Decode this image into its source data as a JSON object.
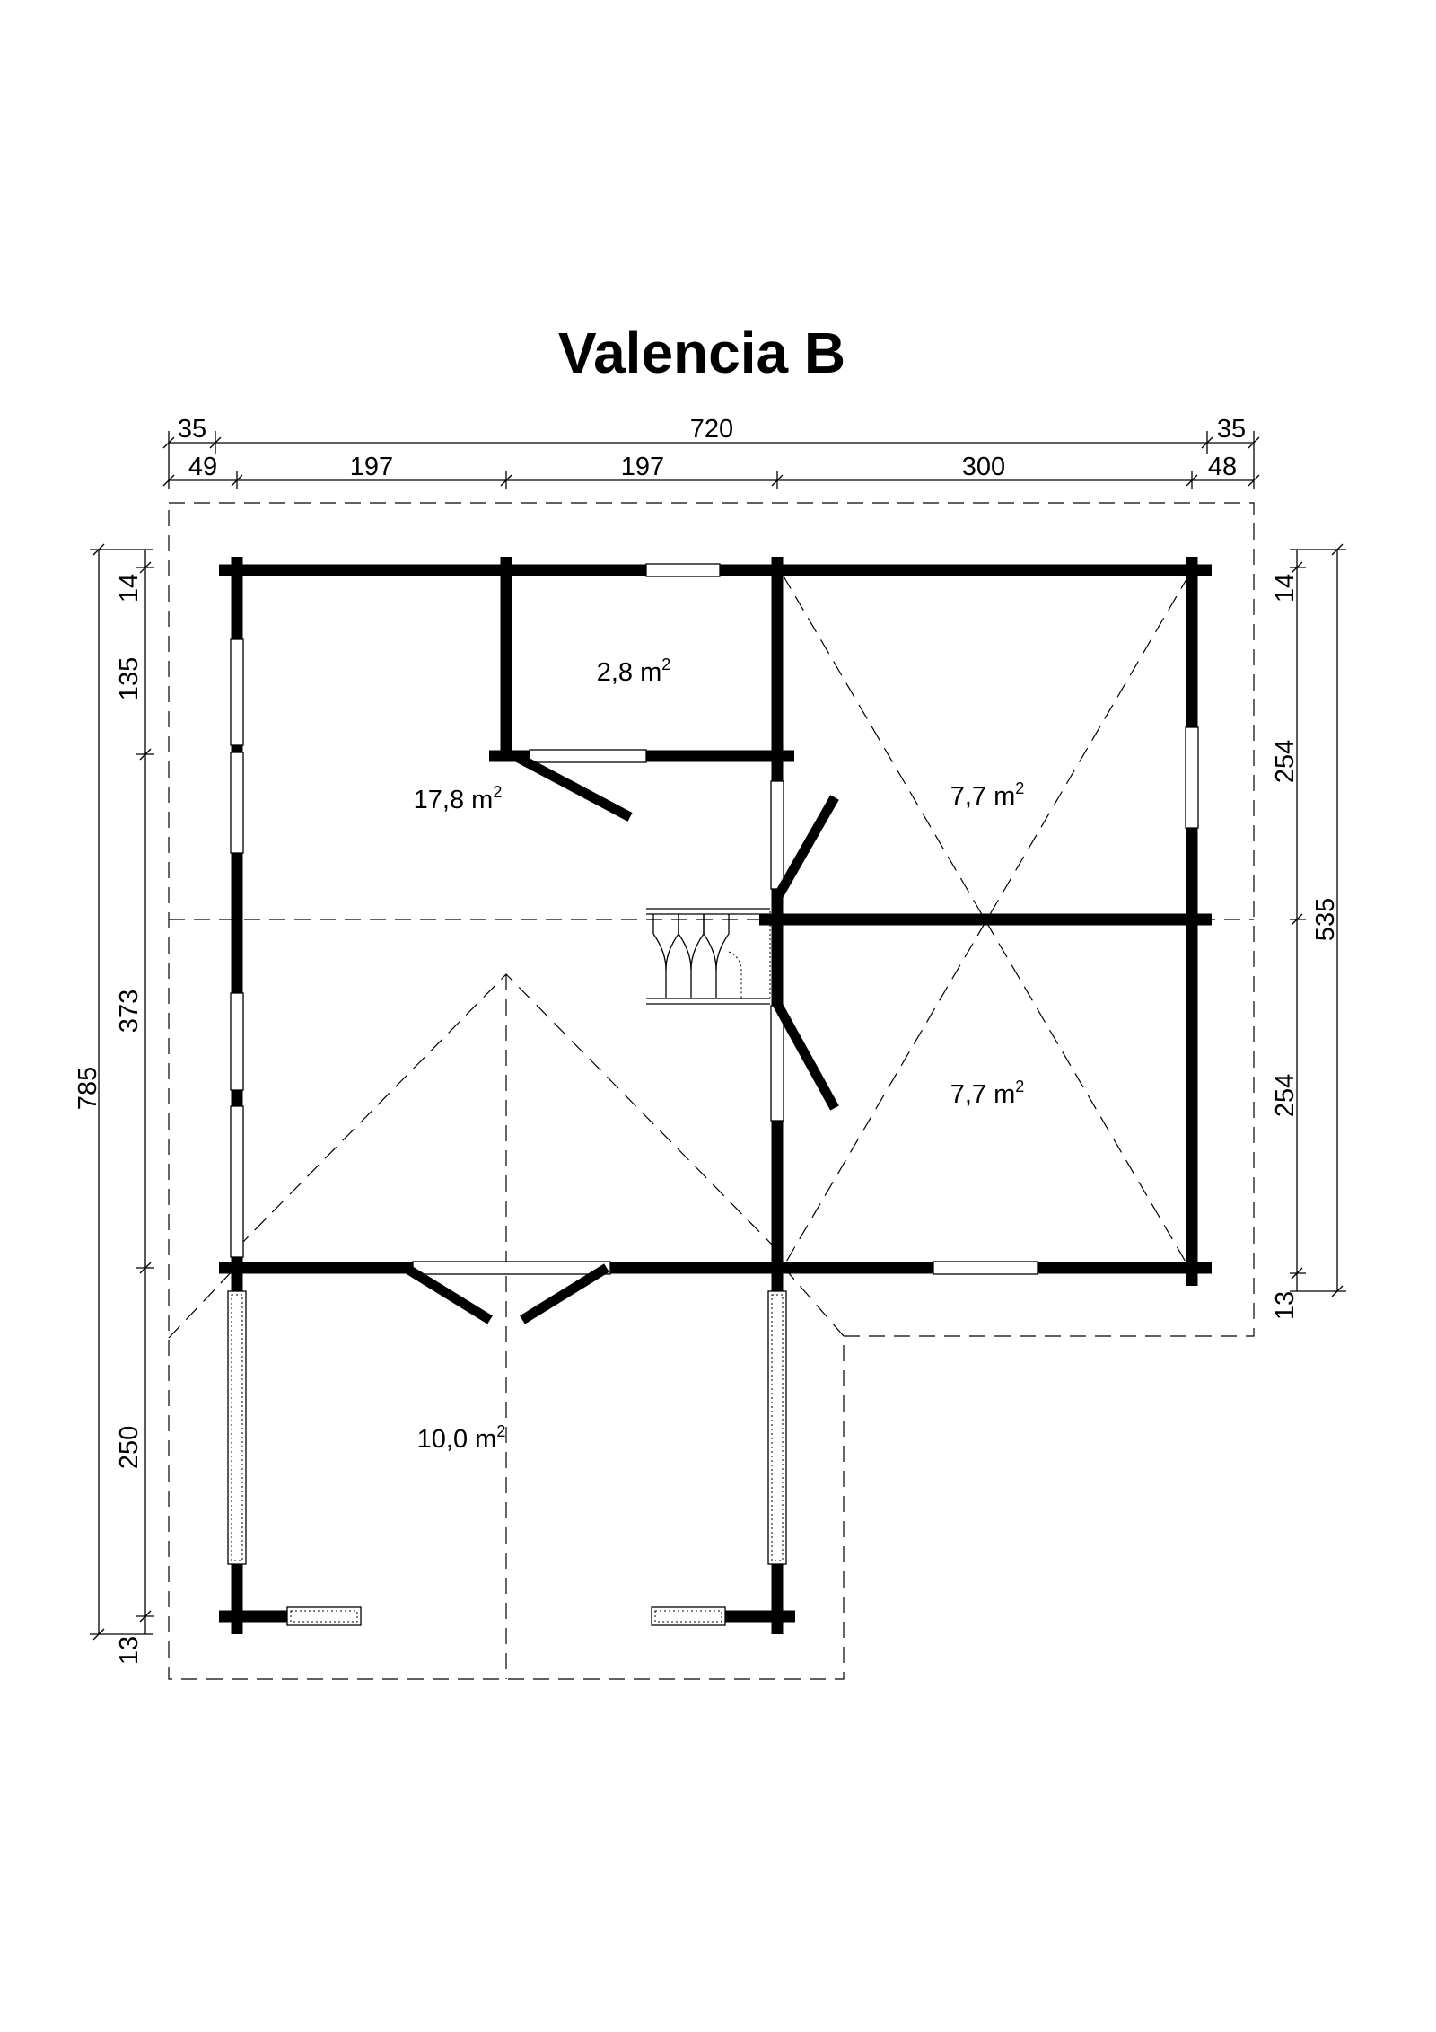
{
  "title": "Valencia B",
  "dimensions": {
    "top_outer": [
      "35",
      "720",
      "35"
    ],
    "top_inner": [
      "49",
      "197",
      "197",
      "300",
      "48"
    ],
    "left_total": "785",
    "left_parts": [
      "14",
      "135",
      "373",
      "250",
      "13"
    ],
    "right_total": "535",
    "right_parts": [
      "14",
      "254",
      "254",
      "13"
    ]
  },
  "rooms": {
    "main": {
      "label": "17,8 m",
      "sup": "2"
    },
    "small": {
      "label": "2,8 m",
      "sup": "2"
    },
    "upper_right": {
      "label": "7,7 m",
      "sup": "2"
    },
    "lower_right": {
      "label": "7,7 m",
      "sup": "2"
    },
    "porch": {
      "label": "10,0 m",
      "sup": "2"
    }
  }
}
